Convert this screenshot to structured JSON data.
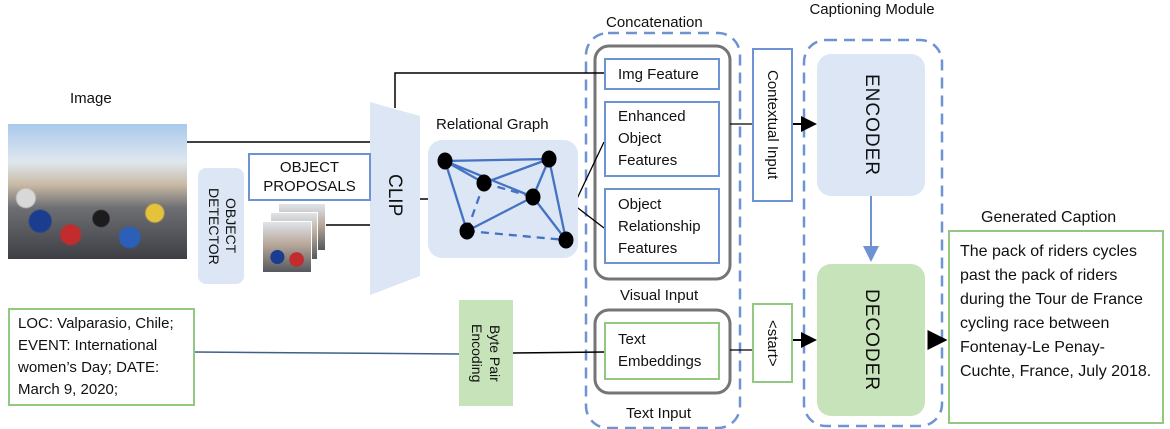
{
  "labels": {
    "image": "Image",
    "object_detector": "OBJECT DETECTOR",
    "object_proposals": "OBJECT PROPOSALS",
    "clip": "CLIP",
    "relational_graph": "Relational Graph",
    "concatenation": "Concatenation",
    "img_feature": "Img Feature",
    "enhanced_object_features": "Enhanced Object Features",
    "object_relationship_features": "Object Relationship Features",
    "visual_input": "Visual Input",
    "text_embeddings": "Text Embeddings",
    "text_input": "Text Input",
    "contextual_input": "Contextual Input",
    "start_token": "<start>",
    "captioning_module": "Captioning Module",
    "encoder": "ENCODER",
    "decoder": "DECODER",
    "byte_pair_encoding": "Byte Pair Encoding",
    "metadata": "LOC: Valparasio, Chile; EVENT: International women’s Day; DATE: March 9, 2020;",
    "generated_caption_title": "Generated Caption",
    "generated_caption": "The pack of riders cycles past the pack of riders during the Tour de France cycling race between Fontenay-Le Penay-Cuchte, France, July 2018."
  },
  "colors": {
    "blue_border": "#6e93d2",
    "blue_fill": "#dce6f5",
    "green_border": "#92c882",
    "green_fill": "#c7e3b9",
    "group_border": "#757575",
    "graph_node": "#000000",
    "graph_edge": "#4472c4",
    "arrow": "#000000"
  }
}
